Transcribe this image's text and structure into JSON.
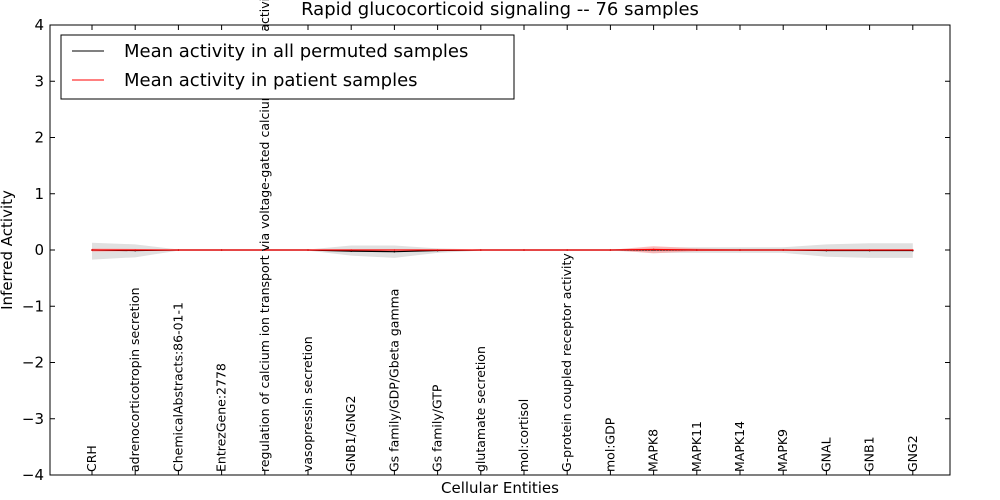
{
  "chart_data": {
    "type": "line",
    "title": "Rapid glucocorticoid signaling -- 76 samples",
    "xlabel": "Cellular Entities",
    "ylabel": "Inferred Activity",
    "ylim": [
      -4,
      4
    ],
    "yticks": [
      -4,
      -3,
      -2,
      -1,
      0,
      1,
      2,
      3,
      4
    ],
    "ytick_labels": [
      "−4",
      "−3",
      "−2",
      "−1",
      "0",
      "1",
      "2",
      "3",
      "4"
    ],
    "categories": [
      "CRH",
      "adrenocorticotropin secretion",
      "ChemicalAbstracts:86-01-1",
      "EntrezGene:2778",
      "regulation of calcium ion transport via voltage-gated calcium channel activity",
      "vasopressin secretion",
      "GNB1/GNG2",
      "Gs family/GDP/Gbeta gamma",
      "Gs family/GTP",
      "glutamate secretion",
      "mol:cortisol",
      "G-protein coupled receptor activity",
      "mol:GDP",
      "MAPK8",
      "MAPK11",
      "MAPK14",
      "MAPK9",
      "GNAL",
      "GNB1",
      "GNG2"
    ],
    "series": [
      {
        "name": "Mean activity in all permuted samples",
        "color": "#000000",
        "band_color": "#bbbbbb",
        "values": [
          0,
          -0.01,
          0,
          0,
          0,
          0,
          -0.02,
          -0.03,
          -0.01,
          0,
          0,
          0,
          0,
          0,
          0,
          0,
          0,
          -0.01,
          -0.01,
          -0.01
        ],
        "band_lower": [
          -0.17,
          -0.13,
          -0.01,
          -0.01,
          -0.01,
          -0.01,
          -0.1,
          -0.14,
          -0.05,
          -0.01,
          -0.01,
          -0.01,
          -0.01,
          -0.05,
          -0.05,
          -0.05,
          -0.05,
          -0.12,
          -0.14,
          -0.14
        ],
        "band_upper": [
          0.13,
          0.1,
          0.01,
          0.01,
          0.01,
          0.01,
          0.08,
          0.08,
          0.03,
          0.01,
          0.01,
          0.01,
          0.01,
          0.05,
          0.05,
          0.05,
          0.05,
          0.1,
          0.12,
          0.12
        ]
      },
      {
        "name": "Mean activity in patient samples",
        "color": "#ff0000",
        "band_color": "#ff9999",
        "values": [
          0,
          0,
          0,
          0,
          0,
          0,
          0,
          0,
          0,
          0,
          0,
          0,
          0,
          0.01,
          0,
          0,
          0,
          0,
          0,
          0
        ],
        "band_lower": [
          -0.03,
          -0.02,
          0,
          0,
          0,
          0,
          -0.01,
          -0.01,
          0,
          0,
          0,
          0,
          0,
          -0.06,
          -0.02,
          -0.01,
          -0.01,
          -0.01,
          -0.01,
          -0.01
        ],
        "band_upper": [
          0.03,
          0.02,
          0,
          0,
          0,
          0,
          0.01,
          0.01,
          0,
          0,
          0,
          0,
          0,
          0.07,
          0.03,
          0.01,
          0.01,
          0.01,
          0.01,
          0.01
        ]
      }
    ],
    "grid": false,
    "legend": "upper-left"
  }
}
